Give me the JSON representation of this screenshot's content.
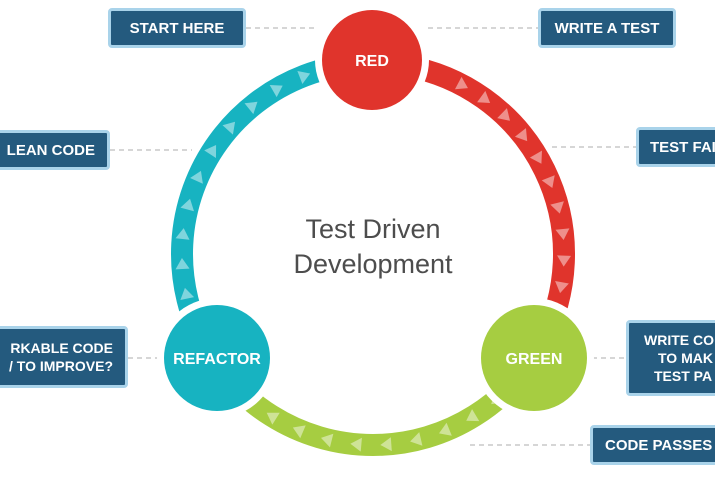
{
  "center_title": {
    "line1": "Test Driven",
    "line2": "Development"
  },
  "nodes": {
    "red": {
      "label": "RED",
      "color": "#e0342c"
    },
    "green": {
      "label": "GREEN",
      "color": "#a6cd41"
    },
    "refactor": {
      "label": "REFACTOR",
      "color": "#17b3c1"
    }
  },
  "arcs": {
    "red_to_green_color": "#e0342c",
    "green_to_refactor_color": "#a6cd41",
    "refactor_to_red_color": "#17b3c1"
  },
  "callouts": {
    "start_here": "START HERE",
    "write_a_test": "WRITE A TEST",
    "test_fails": "TEST FAI",
    "write_code_line1": "WRITE CO",
    "write_code_line2": "TO MAK",
    "write_code_line3": "TEST PA",
    "code_passes": "CODE PASSES T",
    "workable_line1": "RKABLE CODE",
    "workable_line2": "/ TO IMPROVE?",
    "clean_code": "LEAN CODE"
  },
  "colors": {
    "callout_bg": "#245a7e",
    "callout_border": "#a9d3ea",
    "connector": "#c8c8c8"
  }
}
